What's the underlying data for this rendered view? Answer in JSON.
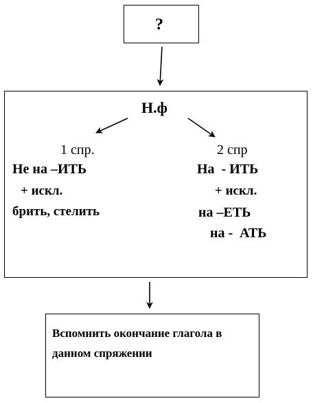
{
  "top_box": {
    "text": "?"
  },
  "middle_box": {
    "root": "Н.ф",
    "left": {
      "heading": "1 спр.",
      "lines": [
        "Не на –ИТЬ",
        "+ искл.",
        "брить, стелить"
      ]
    },
    "right": {
      "heading": "2 спр",
      "lines": [
        "На  - ИТЬ",
        "+ искл.",
        "на –ЕТЬ",
        "на -  АТЬ"
      ]
    }
  },
  "bottom_box": {
    "text": "Вспомнить окончание глагола в данном спряжении"
  }
}
